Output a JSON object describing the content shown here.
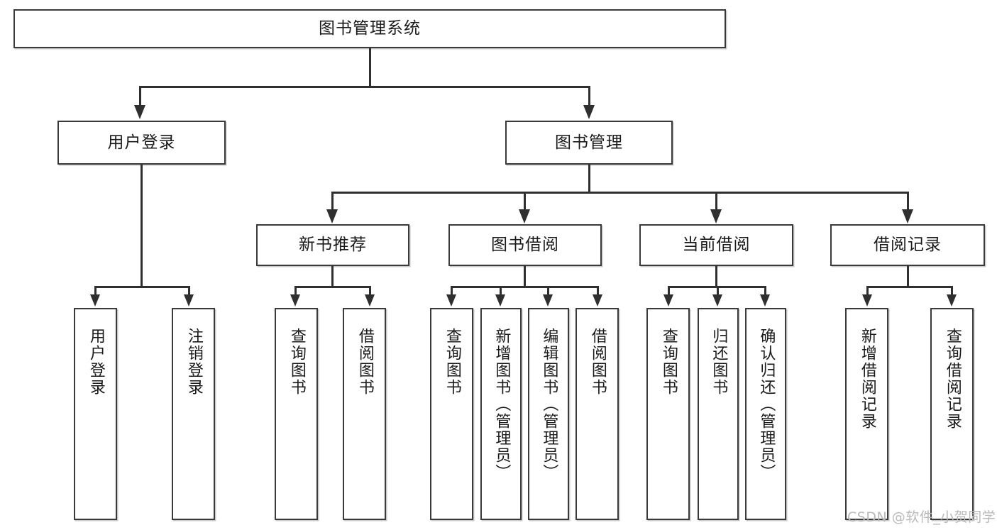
{
  "diagram": {
    "type": "tree-hierarchy",
    "title": "图书管理系统",
    "watermark": "CSDN @软件_小贺同学",
    "root": {
      "label": "图书管理系统",
      "orientation": "horizontal"
    },
    "level2": [
      {
        "label": "用户登录",
        "orientation": "horizontal"
      },
      {
        "label": "图书管理",
        "orientation": "horizontal"
      }
    ],
    "level3": [
      {
        "label": "新书推荐",
        "orientation": "horizontal",
        "parent": "图书管理"
      },
      {
        "label": "图书借阅",
        "orientation": "horizontal",
        "parent": "图书管理"
      },
      {
        "label": "当前借阅",
        "orientation": "horizontal",
        "parent": "图书管理"
      },
      {
        "label": "借阅记录",
        "orientation": "horizontal",
        "parent": "图书管理"
      }
    ],
    "leaves": [
      {
        "label": "用户登录",
        "parent": "用户登录",
        "orientation": "vertical"
      },
      {
        "label": "注销登录",
        "parent": "用户登录",
        "orientation": "vertical"
      },
      {
        "label": "查询图书",
        "parent": "新书推荐",
        "orientation": "vertical"
      },
      {
        "label": "借阅图书",
        "parent": "新书推荐",
        "orientation": "vertical"
      },
      {
        "label": "查询图书",
        "parent": "图书借阅",
        "orientation": "vertical"
      },
      {
        "label": "新增图书（管理员）",
        "parent": "图书借阅",
        "orientation": "vertical"
      },
      {
        "label": "编辑图书（管理员）",
        "parent": "图书借阅",
        "orientation": "vertical"
      },
      {
        "label": "借阅图书",
        "parent": "图书借阅",
        "orientation": "vertical"
      },
      {
        "label": "查询图书",
        "parent": "当前借阅",
        "orientation": "vertical"
      },
      {
        "label": "归还图书",
        "parent": "当前借阅",
        "orientation": "vertical"
      },
      {
        "label": "确认归还（管理员）",
        "parent": "当前借阅",
        "orientation": "vertical"
      },
      {
        "label": "新增借阅记录",
        "parent": "借阅记录",
        "orientation": "vertical"
      },
      {
        "label": "查询借阅记录",
        "parent": "借阅记录",
        "orientation": "vertical"
      }
    ],
    "colors": {
      "box_border": "#3a3a3a",
      "box_fill": "#ffffff",
      "connector": "#2f2f2f",
      "text": "#1a1a1a",
      "watermark": "#b9b9b9",
      "background": "#ffffff"
    }
  }
}
